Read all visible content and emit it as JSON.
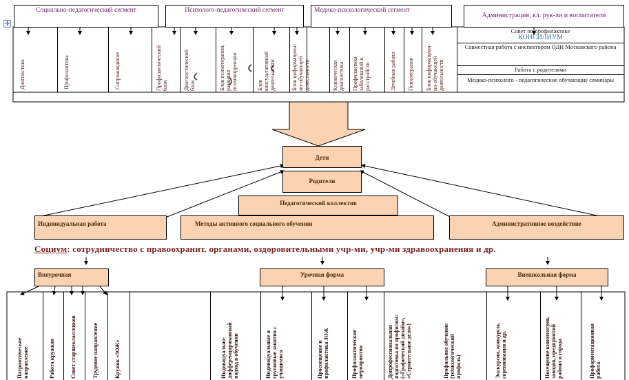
{
  "segments": {
    "social": "Социально-педагогический сегмент",
    "psych": "Психолого-педагогический сегмент",
    "medical": "Медико-психологический сегмент",
    "admin": "Администрация, кл. рук-ли и воспитатели"
  },
  "top_columns": [
    "Диагностика",
    "Профилактика",
    "Сопровождение",
    "Профилактический\nблок",
    "Диагностический\nблок",
    "Блок психотерапии,\nразвития\nпсихокоррекции",
    "Блок\nконсультативной\nдеятельности",
    "Блок информацион-\nно-обучающей\nдеятельности",
    "Клиническая\nдиагностика",
    "Профилактика\nзаболеваний и\nрасстройств",
    "Лечебная работа",
    "Психотерапия",
    "Блок информацион-\nно-обучающей\nдеятельности"
  ],
  "admin_rows": {
    "council": "Совет по профилактике",
    "konsilium": "КОНСИЛИУМ",
    "odn": "Совместная работа с инспектором ОДН Московского района",
    "parents": "Работа с родителями",
    "seminars": "Медико-психолого - педагогические обучающие семинары"
  },
  "center": {
    "children": "Дети",
    "parents": "Родители",
    "collective": "Педагогический коллектив"
  },
  "methods": {
    "individual": "Индивидуальная работа",
    "active": "Методы активного социального обучения",
    "admin": "Административное воздействие"
  },
  "socium": {
    "label": "Социум",
    "rest": ": сотрудничество с правоохранит.  органами, оздоровительными учр-ми,  учр-ми здравоохранения и др."
  },
  "forms": {
    "extra": "Внеурочная",
    "lesson": "Урочная форма",
    "outside": "Внешкольная форма"
  },
  "bottom_columns": [
    "Патриотическое\nнаправление",
    "Работа кружков",
    "Совет старшеклассников",
    "Трудовое направление",
    "Кружок «ЗОЖ»",
    "Индивидуально-\nдифференцированный\nподход в обучении",
    "Индивидуальные и\nгрупповые занятия с\nучащимися",
    "Просвещение и\nпрофилактика ЗОЖ",
    "Профилактические\nмероприятия",
    "Допрофессиональная\nподготовка по профилям:\n(«Графический дизайн»,\n«Строительное дело»)",
    "Профильное обучение\n(технологический\nпрофиль)",
    "Экскурсии, конкурсы,\nсоревнования и др.",
    "Посещение кинотеатров,\nзаводов, предприятий\nрайона и города",
    "Профориентационная\nработа"
  ]
}
